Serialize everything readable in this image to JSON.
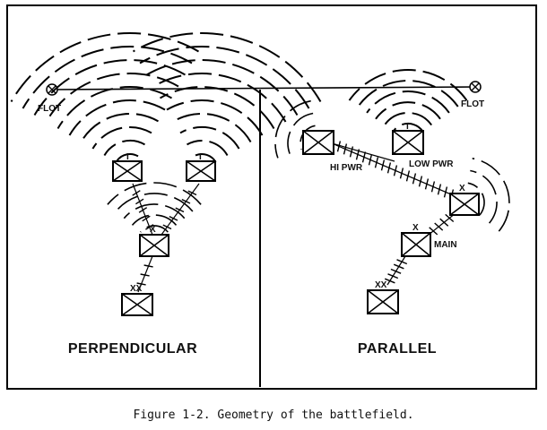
{
  "panels": {
    "left_title": "PERPENDICULAR",
    "right_title": "PARALLEL"
  },
  "labels": {
    "flot_left": "FLOT",
    "flot_right": "FLOT",
    "hi_pwr": "HI PWR",
    "low_pwr": "LOW PWR",
    "main": "MAIN"
  },
  "unit_markers": {
    "left_top_a": "I",
    "left_top_b": "I",
    "left_mid": "X",
    "left_bottom": "XX",
    "right_low_pwr": "I",
    "right_upper": "X",
    "right_main": "X",
    "right_bottom": "XX"
  },
  "caption": "Figure 1-2. Geometry of the battlefield."
}
